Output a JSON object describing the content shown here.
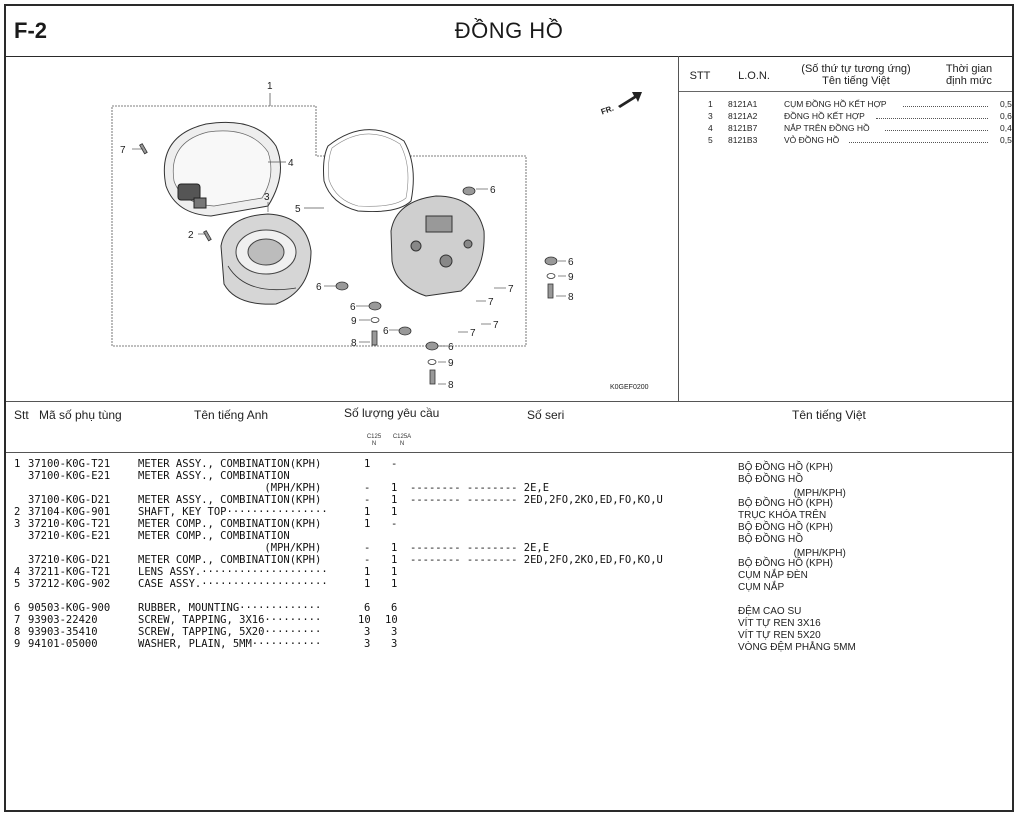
{
  "header": {
    "code": "F-2",
    "title": "ĐỒNG HỒ"
  },
  "diagram": {
    "code": "K0GEF0200",
    "fr_label": "FR.",
    "callouts": [
      "1",
      "7",
      "4",
      "3",
      "2",
      "5",
      "6",
      "6",
      "6",
      "7",
      "6",
      "9",
      "8",
      "7",
      "7",
      "6",
      "9",
      "8",
      "7",
      "6",
      "9",
      "8"
    ]
  },
  "labor": {
    "headers": {
      "stt": "STT",
      "lon": "L.O.N.",
      "desc_line1": "(Số thứ tự tương ứng)",
      "desc_line2": "Tên tiếng Việt",
      "time_line1": "Thời gian",
      "time_line2": "định mức"
    },
    "rows": [
      {
        "stt": "1",
        "lon": "8121A1",
        "name": "CỤM ĐỒNG HỒ KẾT HỢP",
        "time": "0,5"
      },
      {
        "stt": "3",
        "lon": "8121A2",
        "name": "ĐỒNG HỒ KẾT HỢP",
        "time": "0,6"
      },
      {
        "stt": "4",
        "lon": "8121B7",
        "name": "NẮP TRÊN ĐỒNG HỒ",
        "time": "0,4"
      },
      {
        "stt": "5",
        "lon": "8121B3",
        "name": "VỎ ĐỒNG HỒ",
        "time": "0,5"
      }
    ]
  },
  "parts_table": {
    "headers": {
      "stt": "Stt",
      "code": "Mã số phụ tùng",
      "en": "Tên tiếng Anh",
      "qty": "Số lượng yêu cầu",
      "serial": "Số seri",
      "vn": "Tên tiếng Việt",
      "model1": "C125",
      "model1_sub": "N",
      "model2": "C125A",
      "model2_sub": "N"
    },
    "rows": [
      {
        "stt": "1",
        "code": "37100-K0G-T21",
        "en": "METER ASSY., COMBINATION(KPH)",
        "q1": "1",
        "q2": "-",
        "serial": "",
        "vn": "BỘ ĐỒNG HỒ (KPH)"
      },
      {
        "stt": "",
        "code": "37100-K0G-E21",
        "en": "METER ASSY., COMBINATION",
        "q1": "",
        "q2": "",
        "serial": "",
        "vn": "BỘ ĐỒNG HỒ"
      },
      {
        "stt": "",
        "code": "",
        "en": "                    (MPH/KPH)",
        "q1": "-",
        "q2": "1",
        "serial": "-------- -------- 2E,E",
        "vn": "                    (MPH/KPH)"
      },
      {
        "stt": "",
        "code": "37100-K0G-D21",
        "en": "METER ASSY., COMBINATION(KPH)",
        "q1": "-",
        "q2": "1",
        "serial": "-------- -------- 2ED,2FO,2KO,ED,FO,KO,U",
        "vn": "BỘ ĐỒNG HỒ (KPH)"
      },
      {
        "stt": "2",
        "code": "37104-K0G-901",
        "en": "SHAFT, KEY TOP················",
        "q1": "1",
        "q2": "1",
        "serial": "",
        "vn": "TRỤC KHÓA TRÊN"
      },
      {
        "stt": "3",
        "code": "37210-K0G-T21",
        "en": "METER COMP., COMBINATION(KPH)",
        "q1": "1",
        "q2": "-",
        "serial": "",
        "vn": "BỘ ĐỒNG HỒ (KPH)"
      },
      {
        "stt": "",
        "code": "37210-K0G-E21",
        "en": "METER COMP., COMBINATION",
        "q1": "",
        "q2": "",
        "serial": "",
        "vn": "BỘ ĐỒNG HỒ"
      },
      {
        "stt": "",
        "code": "",
        "en": "                    (MPH/KPH)",
        "q1": "-",
        "q2": "1",
        "serial": "-------- -------- 2E,E",
        "vn": "                    (MPH/KPH)"
      },
      {
        "stt": "",
        "code": "37210-K0G-D21",
        "en": "METER COMP., COMBINATION(KPH)",
        "q1": "-",
        "q2": "1",
        "serial": "-------- -------- 2ED,2FO,2KO,ED,FO,KO,U",
        "vn": "BỘ ĐỒNG HỒ (KPH)"
      },
      {
        "stt": "4",
        "code": "37211-K0G-T21",
        "en": "LENS ASSY.····················",
        "q1": "1",
        "q2": "1",
        "serial": "",
        "vn": "CỤM NẮP ĐÈN"
      },
      {
        "stt": "5",
        "code": "37212-K0G-902",
        "en": "CASE ASSY.····················",
        "q1": "1",
        "q2": "1",
        "serial": "",
        "vn": "CỤM NẮP"
      },
      {
        "stt": "6",
        "code": "90503-K0G-900",
        "en": "RUBBER, MOUNTING·············",
        "q1": "6",
        "q2": "6",
        "serial": "",
        "vn": "ĐỆM CAO SU"
      },
      {
        "stt": "7",
        "code": "93903-22420",
        "en": "SCREW, TAPPING, 3X16·········",
        "q1": "10",
        "q2": "10",
        "serial": "",
        "vn": "VÍT TỰ REN 3X16"
      },
      {
        "stt": "8",
        "code": "93903-35410",
        "en": "SCREW, TAPPING, 5X20·········",
        "q1": "3",
        "q2": "3",
        "serial": "",
        "vn": "VÍT TỰ REN 5X20"
      },
      {
        "stt": "9",
        "code": "94101-05000",
        "en": "WASHER, PLAIN, 5MM···········",
        "q1": "3",
        "q2": "3",
        "serial": "",
        "vn": "VÒNG ĐỆM PHẲNG 5MM"
      }
    ]
  }
}
